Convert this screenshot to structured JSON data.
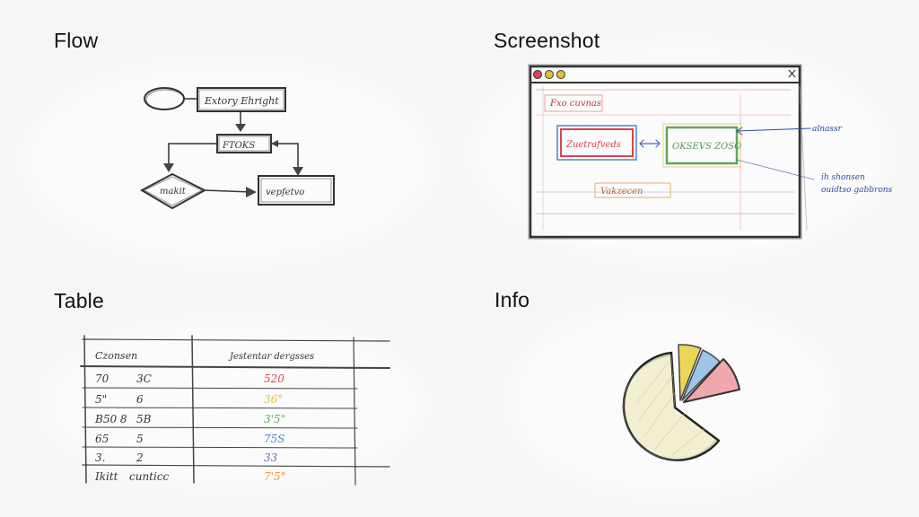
{
  "quadrants": {
    "flow": "Flow",
    "screenshot": "Screenshot",
    "table": "Table",
    "info": "Info"
  },
  "flow": {
    "box_top": "Extory Ehright",
    "box_mid": "FTOKS",
    "diamond": "makit",
    "box_bottom": "vepfetvo"
  },
  "screenshot": {
    "header_label": "Fxo cuvnas",
    "red_box": "Zuetrafveds",
    "green_box": "OKSEVS ZOSO",
    "bottom_label": "Vakzecen",
    "note_1": "alnassr",
    "note_2a": "ih shonsen",
    "note_2b": "ouidtso gabbrons"
  },
  "table": {
    "headers": [
      "Czonsen",
      "Jestentar dergsses"
    ],
    "rows": [
      {
        "a": "70",
        "b": "3C",
        "c": "520"
      },
      {
        "a": "5\"",
        "b": "6",
        "c": "36°"
      },
      {
        "a": "B50 8",
        "b": "5B",
        "c": "3'5\""
      },
      {
        "a": "65",
        "b": "5",
        "c": "75S"
      },
      {
        "a": "3.",
        "b": "2",
        "c": "33"
      },
      {
        "a": "Ikitt",
        "b": "cunticc",
        "c": "7'5°"
      }
    ]
  },
  "colors": {
    "ink": "#3b3b3b",
    "red": "#d9434e",
    "blue": "#4f86c9",
    "green": "#5fa85a",
    "yellow": "#e3c12f",
    "orange": "#e59a3a",
    "purple": "#8a5bb7",
    "navy": "#2e4a9a"
  }
}
